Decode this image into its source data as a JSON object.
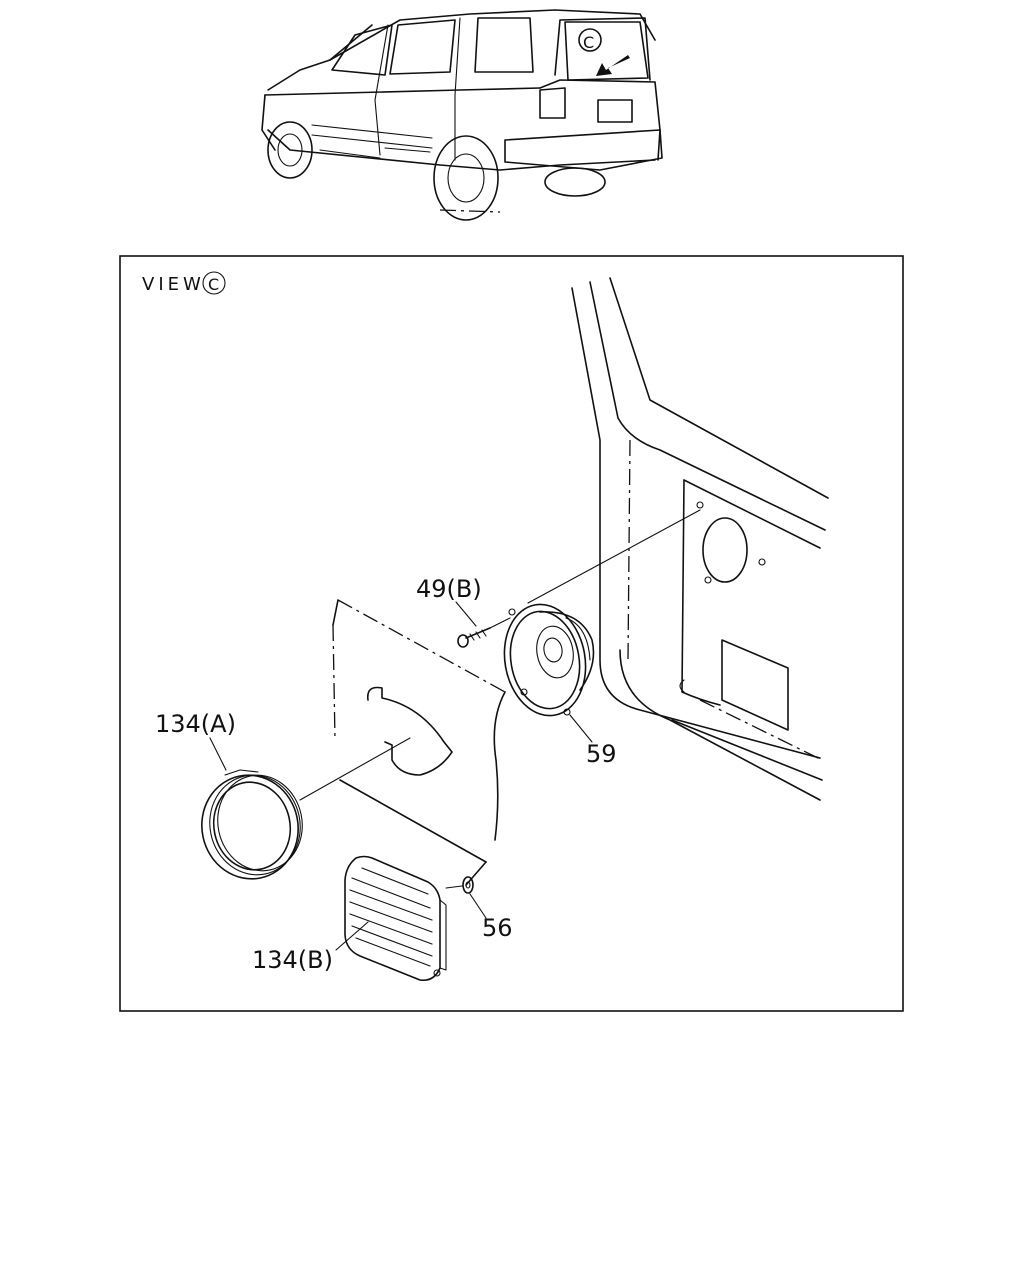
{
  "vehicle": {
    "view_marker": "C"
  },
  "view_box": {
    "title": "VIEW",
    "marker": "C"
  },
  "callouts": [
    {
      "id": "bolt",
      "label": "49(B)"
    },
    {
      "id": "speaker",
      "label": "59"
    },
    {
      "id": "cover-a",
      "label": "134(A)"
    },
    {
      "id": "grille-b",
      "label": "134(B)"
    },
    {
      "id": "clip",
      "label": "56"
    }
  ]
}
